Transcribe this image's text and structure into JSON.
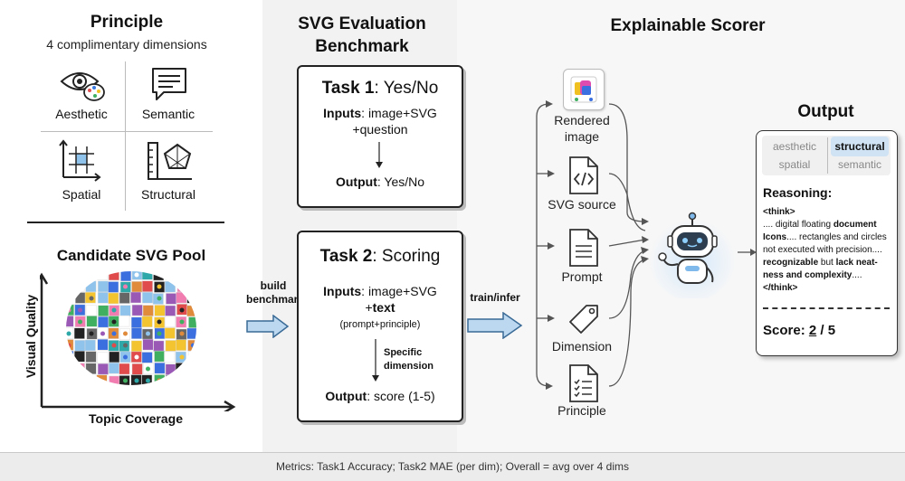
{
  "principle": {
    "title": "Principle",
    "subtitle": "4 complimentary dimensions",
    "dimensions": [
      {
        "label": "Aesthetic",
        "icon": "eye-palette-icon"
      },
      {
        "label": "Semantic",
        "icon": "speech-bubble-icon"
      },
      {
        "label": "Spatial",
        "icon": "grid-axes-icon"
      },
      {
        "label": "Structural",
        "icon": "ruler-pentagon-icon"
      }
    ]
  },
  "pool": {
    "title": "Candidate SVG Pool",
    "y_axis": "Visual Quality",
    "x_axis": "Topic Coverage"
  },
  "arrow1": {
    "line1": "build",
    "line2": "benchmark"
  },
  "benchmark": {
    "title_line1": "SVG Evaluation",
    "title_line2": "Benchmark",
    "task1": {
      "title_prefix": "Task 1",
      "title_suffix": ": Yes/No",
      "inputs_key": "Inputs",
      "inputs_val": ": image+SVG",
      "inputs_line2": "+question",
      "output_key": "Output",
      "output_val": ": Yes/No"
    },
    "task2": {
      "title_prefix": "Task 2",
      "title_suffix": ": Scoring",
      "inputs_key": "Inputs",
      "inputs_val": ": image+SVG",
      "inputs_line2_plus": "+",
      "inputs_line2_bold": "text",
      "inputs_line3": "(prompt+principle)",
      "specific_line1": "Specific",
      "specific_line2": "dimension",
      "output_key": "Output",
      "output_val": ": score (1-5)"
    }
  },
  "arrow2": {
    "label": "train/infer"
  },
  "scorer": {
    "title": "Explainable Scorer",
    "inputs": [
      {
        "label_line1": "Rendered",
        "label_line2": "image",
        "icon": "image-icon"
      },
      {
        "label_line1": "SVG source",
        "label_line2": "",
        "icon": "code-file-icon"
      },
      {
        "label_line1": "Prompt",
        "label_line2": "",
        "icon": "document-icon"
      },
      {
        "label_line1": "Dimension",
        "label_line2": "",
        "icon": "tag-icon"
      },
      {
        "label_line1": "Principle",
        "label_line2": "",
        "icon": "checklist-icon"
      }
    ]
  },
  "output": {
    "title": "Output",
    "tags": {
      "tl": "aesthetic",
      "tr": "structural",
      "bl": "spatial",
      "br": "semantic"
    },
    "reasoning_title": "Reasoning:",
    "think_open": "<think>",
    "line1a": ".... digital floating ",
    "line1b": "document",
    "line2a": "Icons",
    "line2b": ".... rectangles and circles",
    "line3": "not executed with precision....",
    "line4a": "recognizable",
    "line4b": " but ",
    "line4c": "lack neat-",
    "line5a": "ness and complexity",
    "line5b": "....",
    "think_close": "</think>",
    "score_label": "Score: ",
    "score_value": "2",
    "score_total": " / 5"
  },
  "footer": "Metrics: Task1 Accuracy; Task2 MAE (per dim); Overall = avg over 4 dims"
}
